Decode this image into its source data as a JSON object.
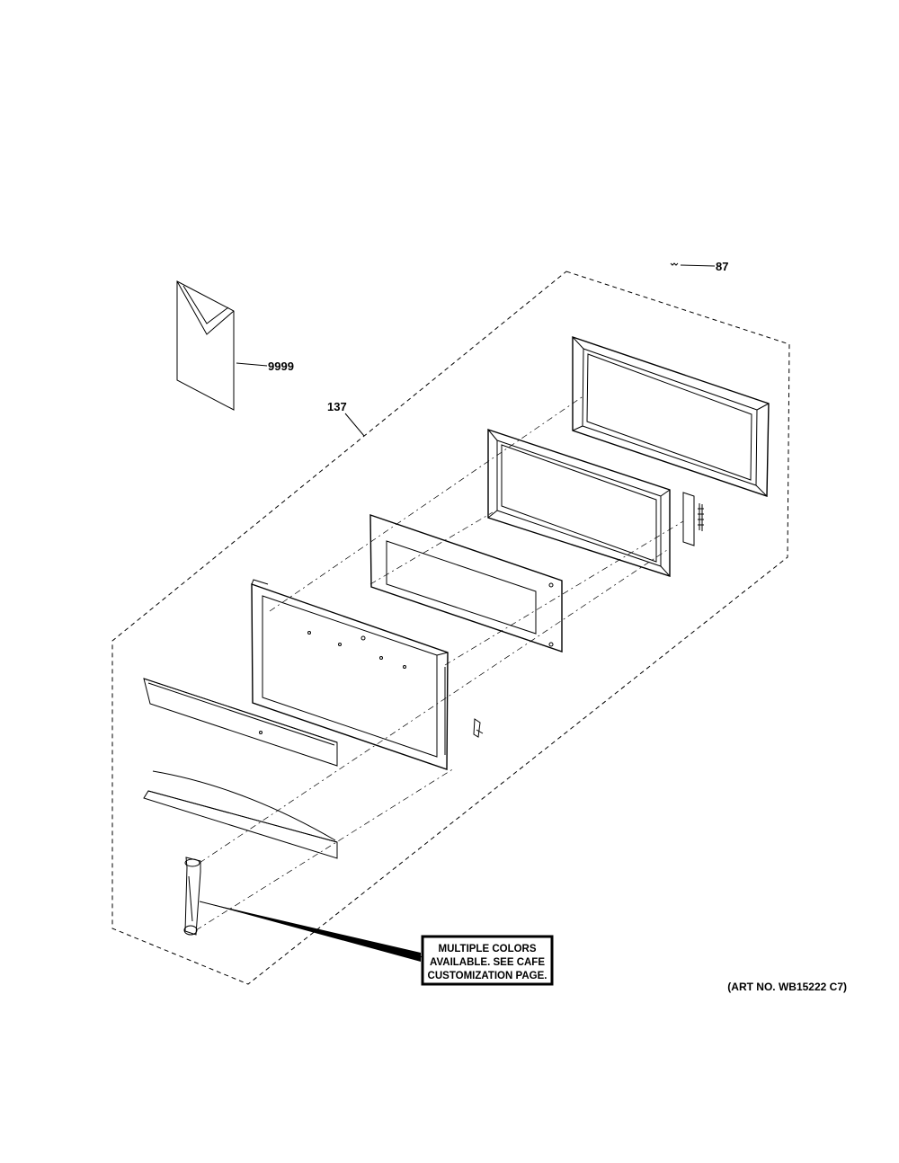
{
  "labels": {
    "part_87": "87",
    "part_9999": "9999",
    "part_137": "137"
  },
  "callout": {
    "line1": "MULTIPLE COLORS",
    "line2": "AVAILABLE. SEE CAFE",
    "line3": "CUSTOMIZATION PAGE."
  },
  "art_number": "(ART NO. WB15222 C7)"
}
